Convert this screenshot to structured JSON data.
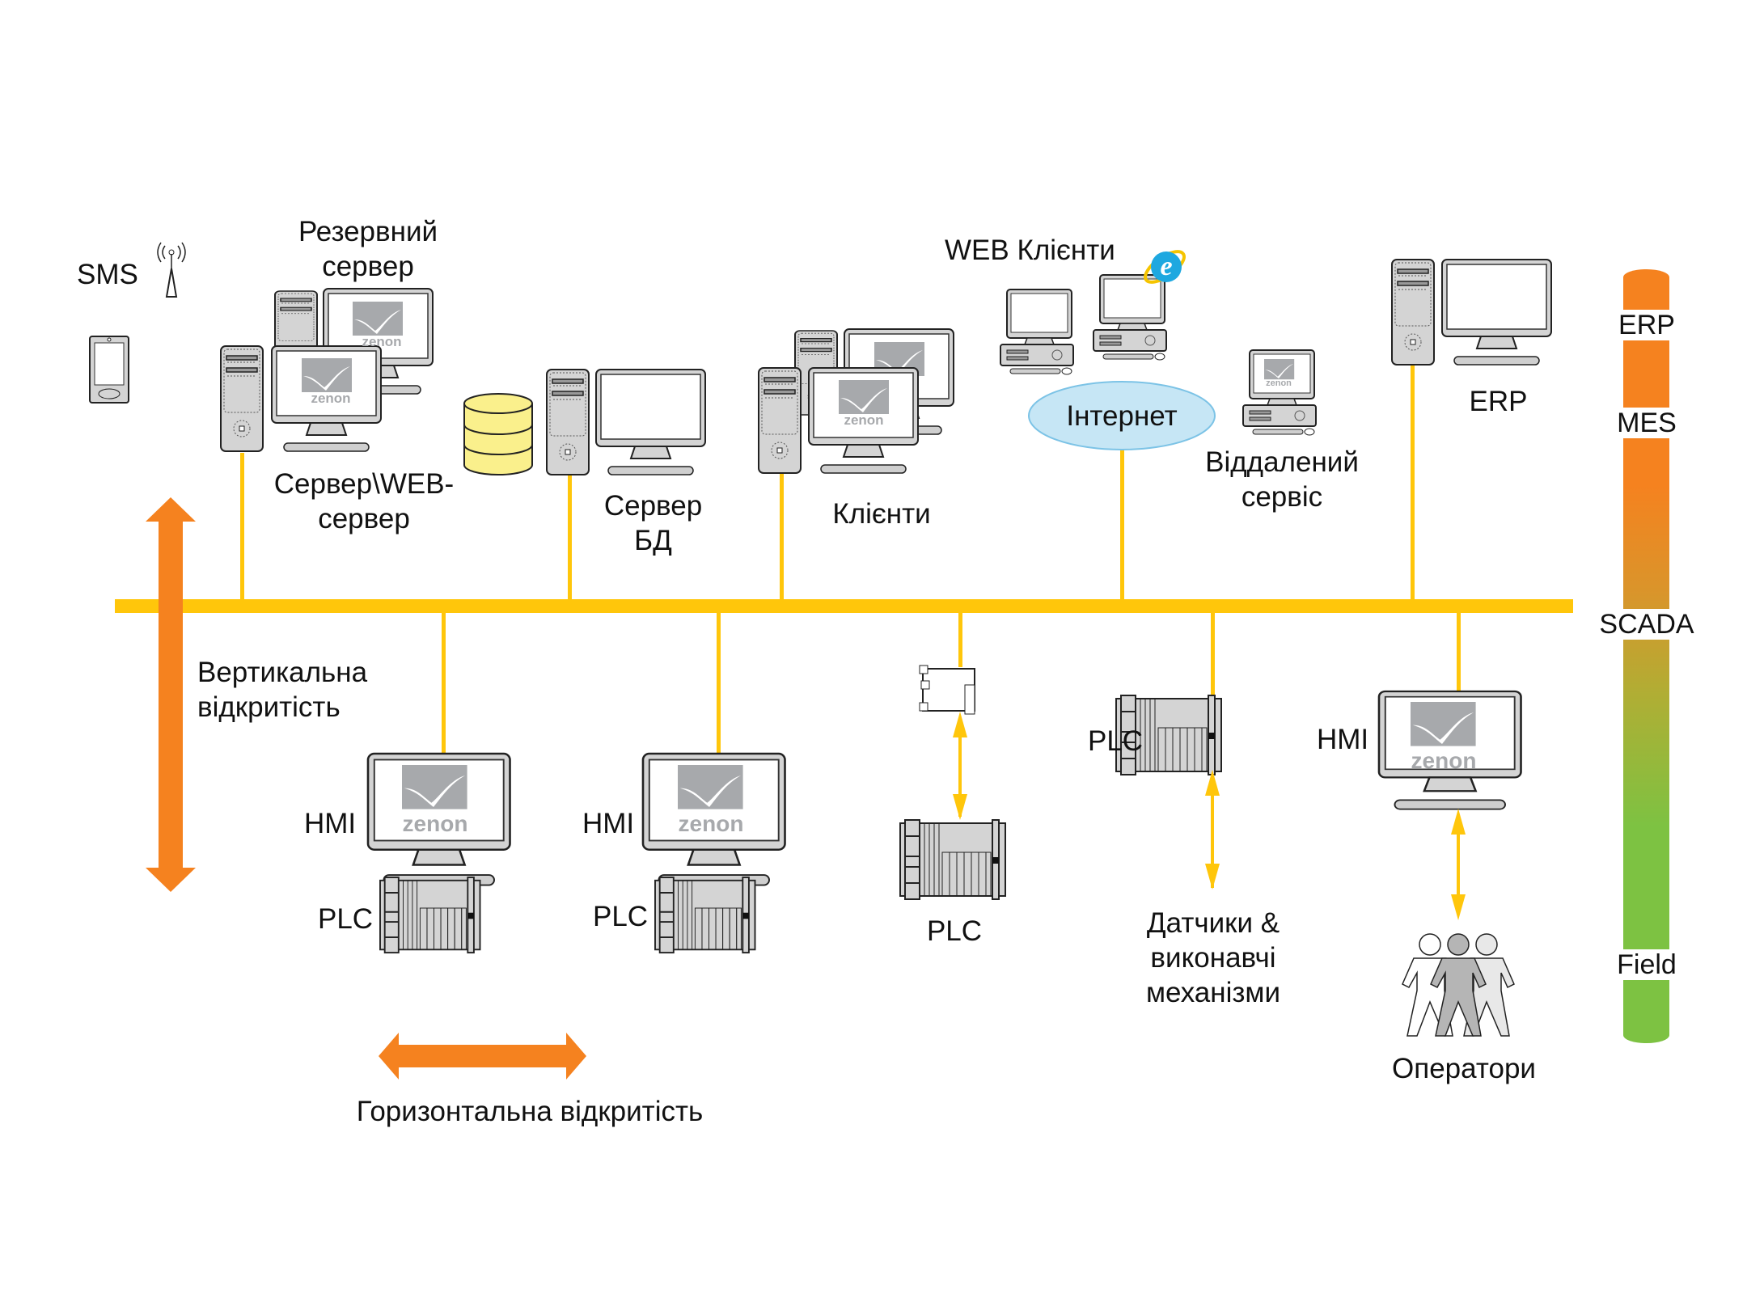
{
  "diagram": {
    "title_labels": {
      "sms": "SMS",
      "backup_server": [
        "Резервний",
        "сервер"
      ],
      "server_web": [
        "Сервер\\WEB-",
        "сервер"
      ],
      "db_server": [
        "Сервер",
        "БД"
      ],
      "clients": "Клієнти",
      "web_clients": "WEB Клієнти",
      "internet": "Інтернет",
      "remote_service": [
        "Віддалений",
        "сервіс"
      ],
      "erp_station": "ERP",
      "vertical_openness": [
        "Вертикальна",
        "відкритість"
      ],
      "horizontal_openness": "Горизонтальна відкритість",
      "hmi_1": "HMI",
      "plc_1": "PLC",
      "hmi_2": "HMI",
      "plc_2": "PLC",
      "plc_3": "PLC",
      "plc_4": "PLC",
      "hmi_3": "HMI",
      "sensors": [
        "Датчики &",
        "виконавчі",
        "механізми"
      ],
      "operators": "Оператори"
    },
    "screen_logo_text": "zenon",
    "levels": [
      "ERP",
      "MES",
      "SCADA",
      "Field"
    ],
    "colors": {
      "bus": "#FFC60B",
      "openness_arrows": "#F5821F",
      "level_top": "#F5821F",
      "level_bottom": "#7DC242",
      "internet_cloud": "#C6E6F5",
      "database": "#FAF08C",
      "device_gray": "#D4D4D4",
      "logo_gray": "#A7A9AC"
    }
  }
}
